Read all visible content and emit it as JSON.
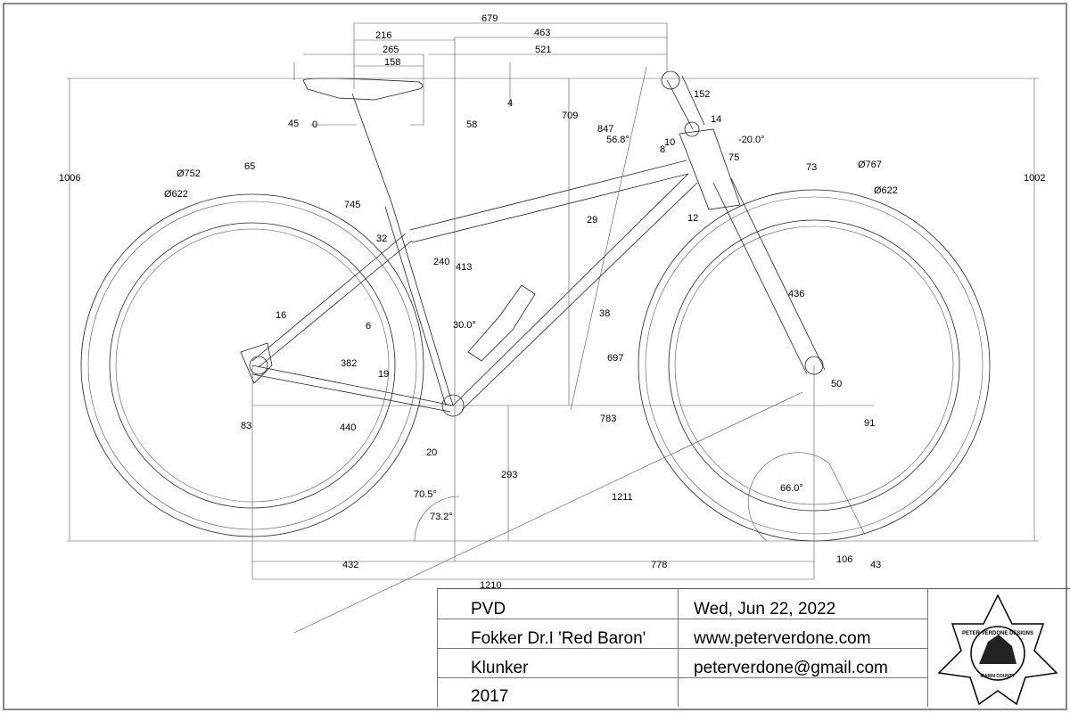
{
  "dims": {
    "top_679": "679",
    "top_216": "216",
    "top_463": "463",
    "top_265": "265",
    "top_521": "521",
    "top_158": "158",
    "drop_4": "4",
    "saddle_45": "45",
    "setback_0": "0",
    "offset_58": "58",
    "stack_709": "709",
    "reach_847": "847",
    "angle_568": "56.8°",
    "stem_152": "152",
    "spacer_14": "14",
    "spacer_10": "10",
    "spacer_8": "8",
    "stem_angle": "-20.0°",
    "head_75": "75",
    "head_12": "12",
    "height_1006": "1006",
    "tire_65": "65",
    "rear_outer": "Ø752",
    "rear_rim": "Ø622",
    "seat_745": "745",
    "clamp_32": "32",
    "tt_29": "29",
    "st_240": "240",
    "st_413": "413",
    "ss_16": "16",
    "off_6": "6",
    "angle_30": "30.0°",
    "dt_38": "38",
    "ss_382": "382",
    "cs_19": "19",
    "dt_697": "697",
    "axle_83": "83",
    "cs_440": "440",
    "bb_20": "20",
    "fc_783": "783",
    "bb_293": "293",
    "angle_705": "70.5°",
    "angle_732": "73.2°",
    "diag_1211": "1211",
    "angle_660": "66.0°",
    "rc_432": "432",
    "fc_778": "778",
    "wb_1210": "1210",
    "trail_106": "106",
    "rake_43": "43",
    "front_tire_73": "73",
    "front_outer": "Ø767",
    "front_rim": "Ø622",
    "height_1002": "1002",
    "fork_436": "436",
    "fork_50": "50",
    "drop_91": "91"
  },
  "title_block": {
    "designer": "PVD",
    "date": "Wed, Jun 22, 2022",
    "model": "Fokker Dr.I 'Red Baron'",
    "website": "www.peterverdone.com",
    "type": "Klunker",
    "email": "peterverdone@gmail.com",
    "year": "2017"
  },
  "logo": {
    "text": "PETER VERDONE DESIGNS",
    "subtext": "MARIN COUNTY"
  }
}
